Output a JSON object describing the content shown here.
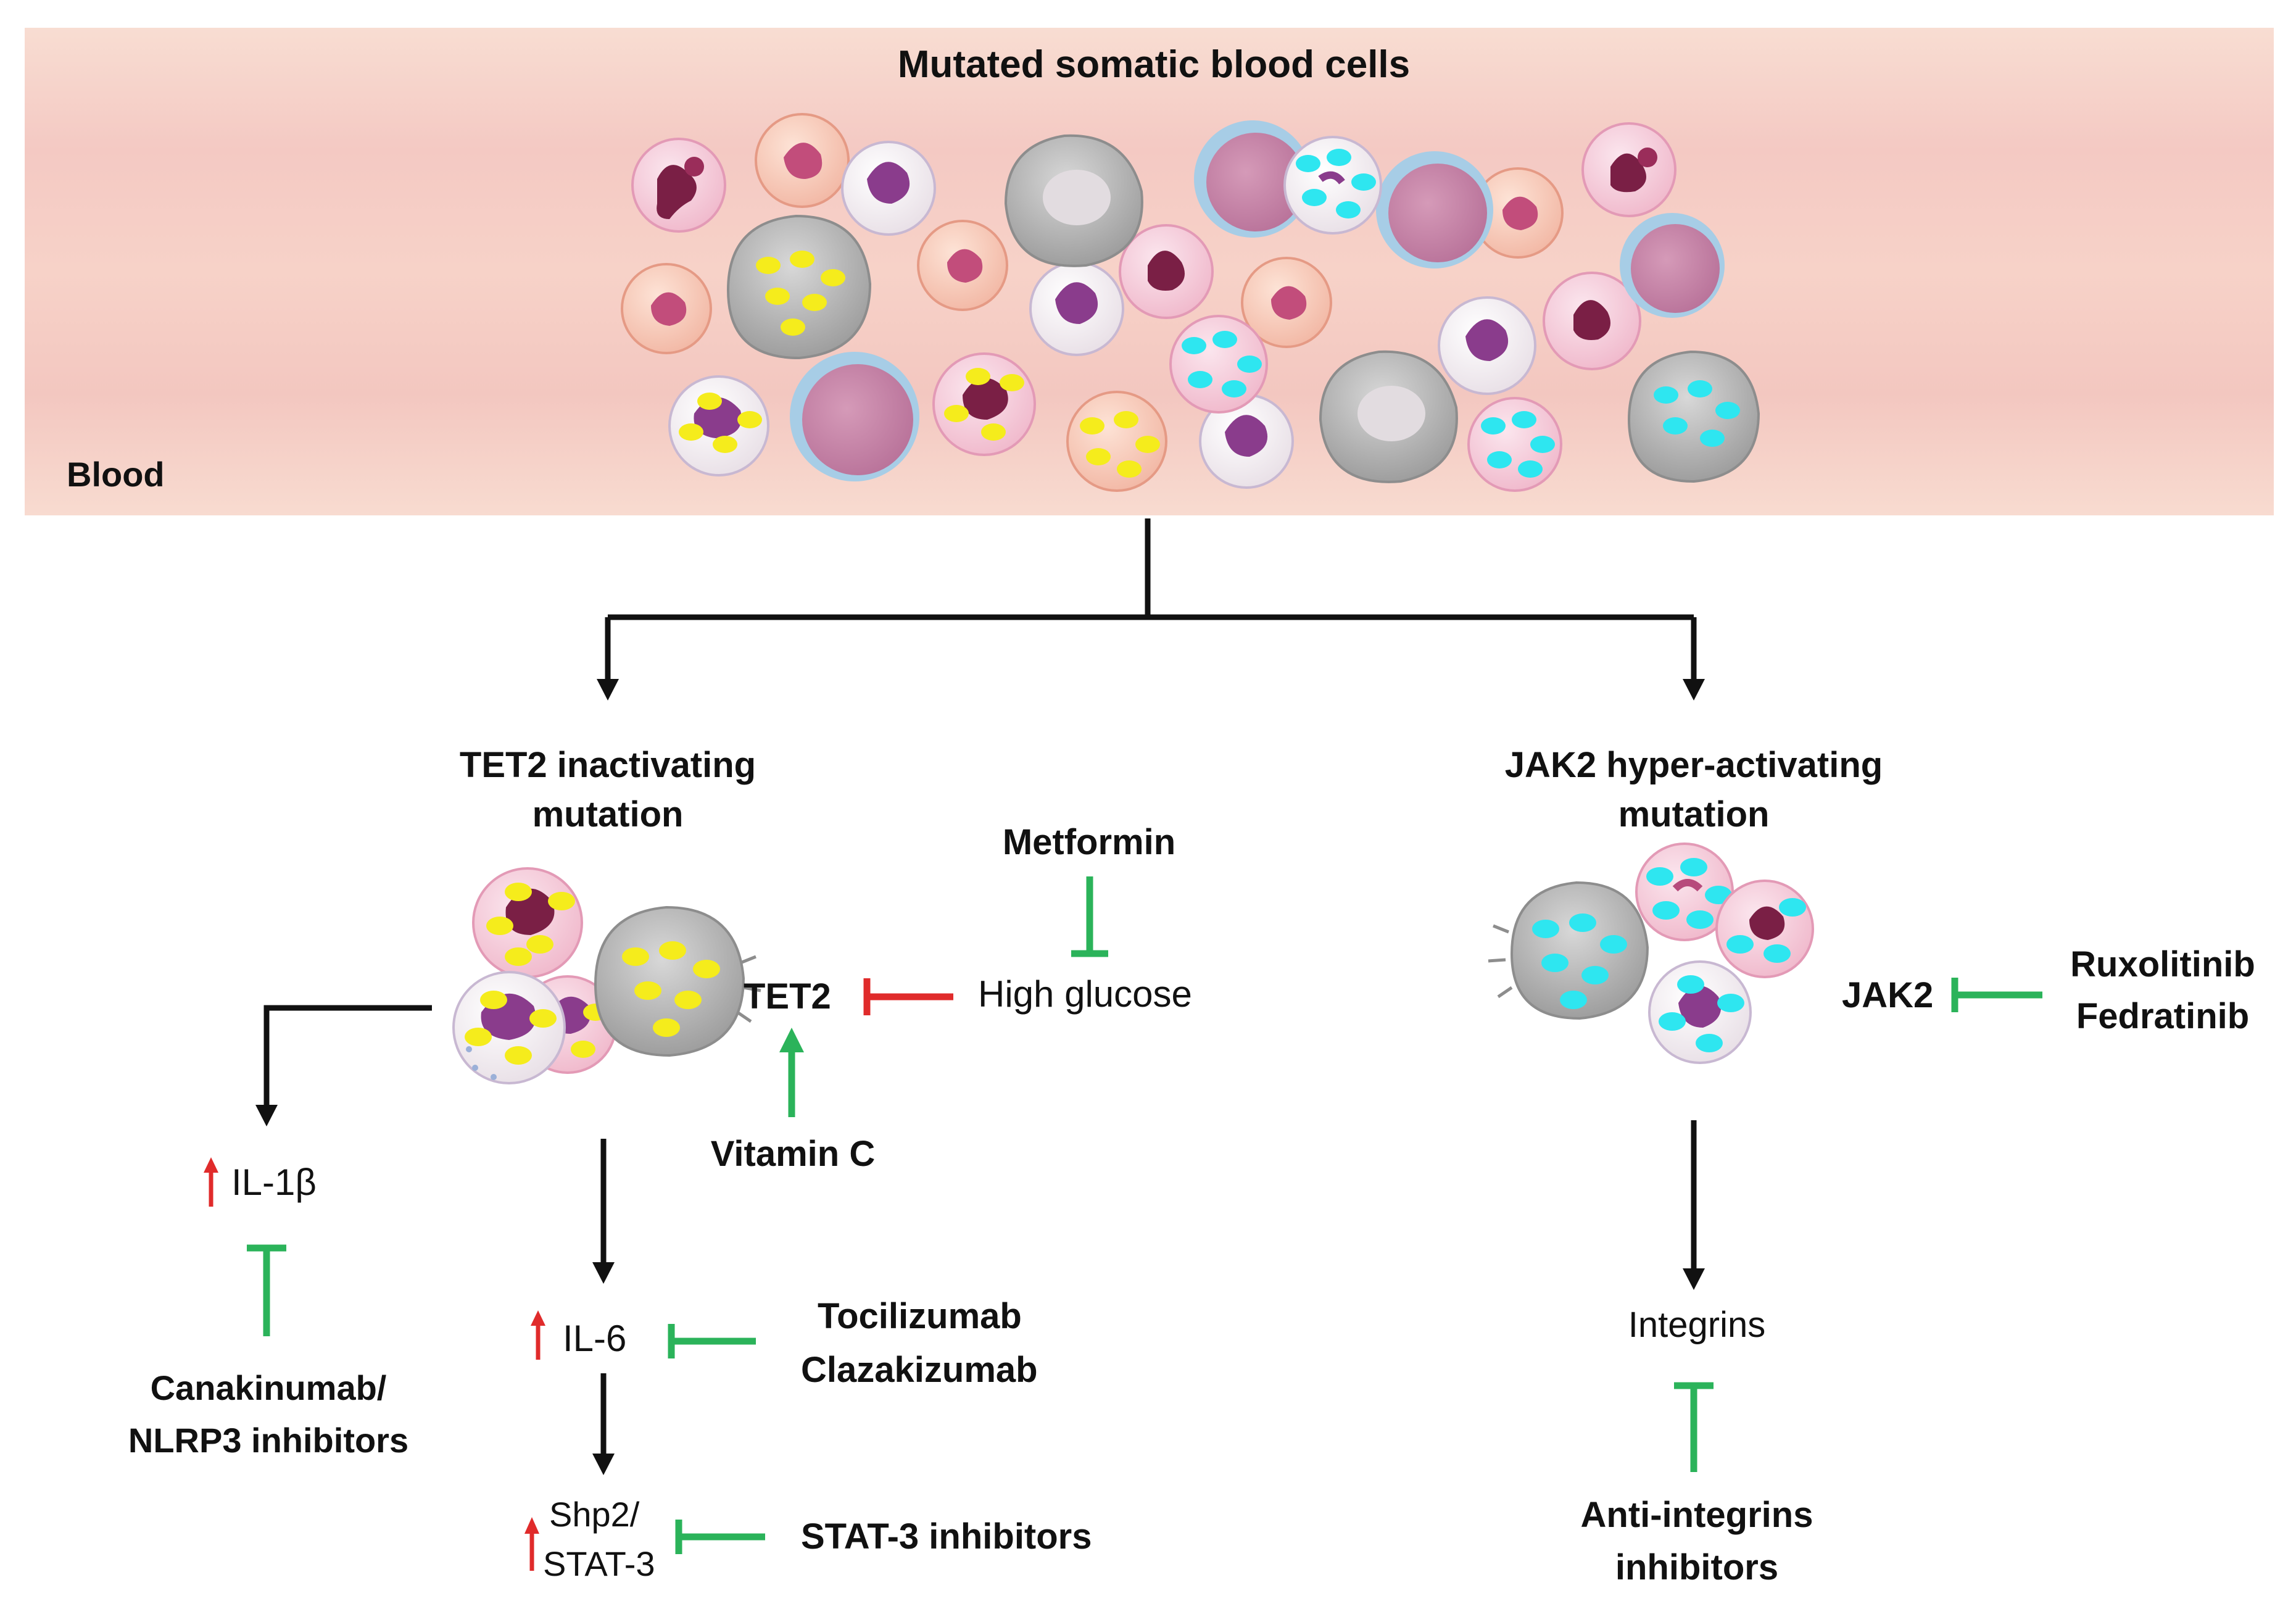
{
  "blood_panel": {
    "title": "Mutated somatic blood cells",
    "label": "Blood"
  },
  "tet2_branch": {
    "title_line1": "TET2 inactivating",
    "title_line2": "mutation",
    "node_tet2": "TET2",
    "node_high_glucose": "High glucose",
    "drug_metformin": "Metformin",
    "drug_vitamin_c": "Vitamin C",
    "node_il1b": "IL-1β",
    "drug_il1b_line1": "Canakinumab/",
    "drug_il1b_line2": "NLRP3 inhibitors",
    "node_il6": "IL-6",
    "drug_il6_line1": "Tocilizumab",
    "drug_il6_line2": "Clazakizumab",
    "node_stat3_line1": "Shp2/",
    "node_stat3_line2": "STAT-3",
    "drug_stat3": "STAT-3 inhibitors"
  },
  "jak2_branch": {
    "title_line1": "JAK2 hyper-activating",
    "title_line2": "mutation",
    "node_jak2": "JAK2",
    "drug_jak2_line1": "Ruxolitinib",
    "drug_jak2_line2": "Fedratinib",
    "node_integrins": "Integrins",
    "drug_integrins_line1": "Anti-integrins",
    "drug_integrins_line2": "inhibitors"
  },
  "colors": {
    "activation_arrow": "#111111",
    "inhibition_green": "#2bb35a",
    "inhibition_red": "#e02b2b",
    "upregulation_red": "#e02b2b",
    "tet2_granule_yellow": "#f5ec1c",
    "jak2_granule_cyan": "#2ee6f0",
    "blood_background": "#f7d7cc"
  }
}
